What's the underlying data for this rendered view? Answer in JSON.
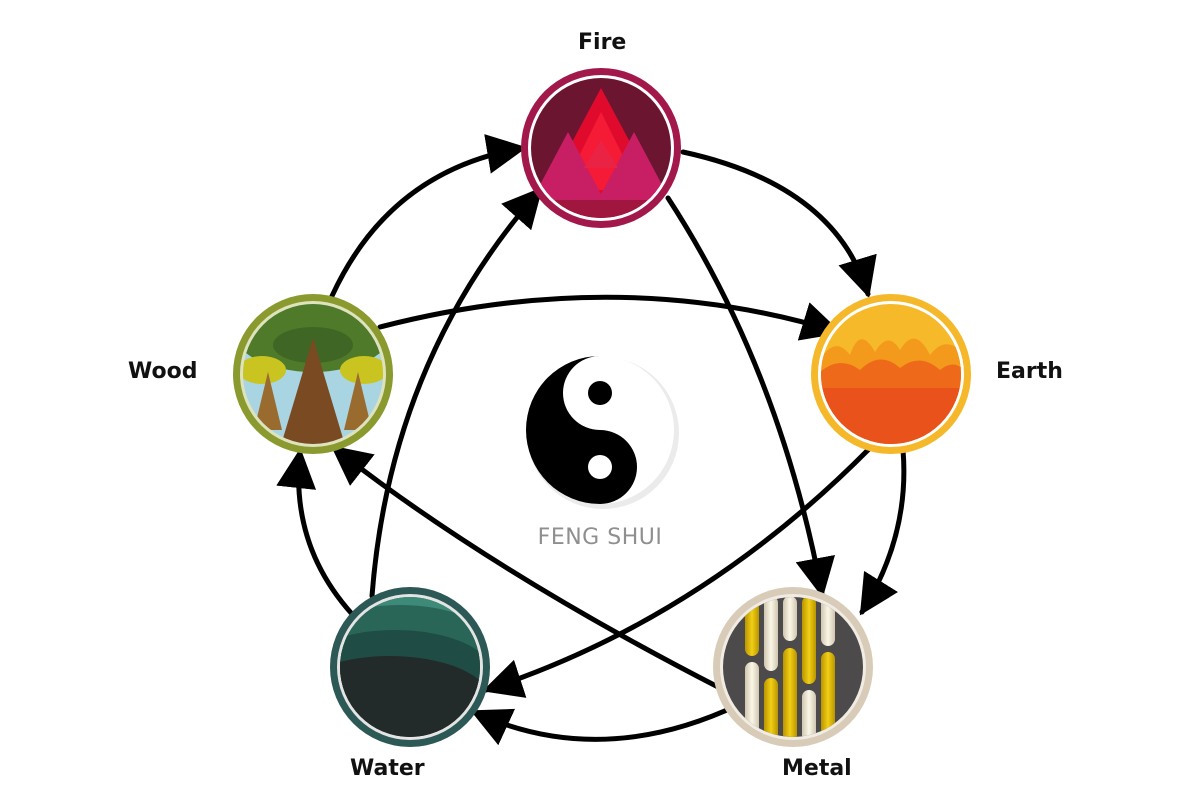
{
  "diagram": {
    "center_caption": "FENG SHUI",
    "center_symbol": "yin-yang-icon",
    "elements": [
      {
        "id": "fire",
        "label": "Fire",
        "icon": "fire-mountains-icon",
        "ring_color": "#a3184a"
      },
      {
        "id": "earth",
        "label": "Earth",
        "icon": "earth-flames-icon",
        "ring_color": "#f5b82a"
      },
      {
        "id": "metal",
        "label": "Metal",
        "icon": "metal-bars-icon",
        "ring_color": "#d8cbb8"
      },
      {
        "id": "water",
        "label": "Water",
        "icon": "water-waves-icon",
        "ring_color": "#2c5955"
      },
      {
        "id": "wood",
        "label": "Wood",
        "icon": "wood-trees-icon",
        "ring_color": "#8a9a2e"
      }
    ],
    "generating_cycle": [
      {
        "from": "Wood",
        "to": "Fire"
      },
      {
        "from": "Fire",
        "to": "Earth"
      },
      {
        "from": "Earth",
        "to": "Metal"
      },
      {
        "from": "Metal",
        "to": "Water"
      },
      {
        "from": "Water",
        "to": "Wood"
      }
    ],
    "controlling_cycle": [
      {
        "from": "Water",
        "to": "Fire"
      },
      {
        "from": "Fire",
        "to": "Metal"
      },
      {
        "from": "Metal",
        "to": "Wood"
      },
      {
        "from": "Wood",
        "to": "Earth"
      },
      {
        "from": "Earth",
        "to": "Water"
      }
    ]
  }
}
